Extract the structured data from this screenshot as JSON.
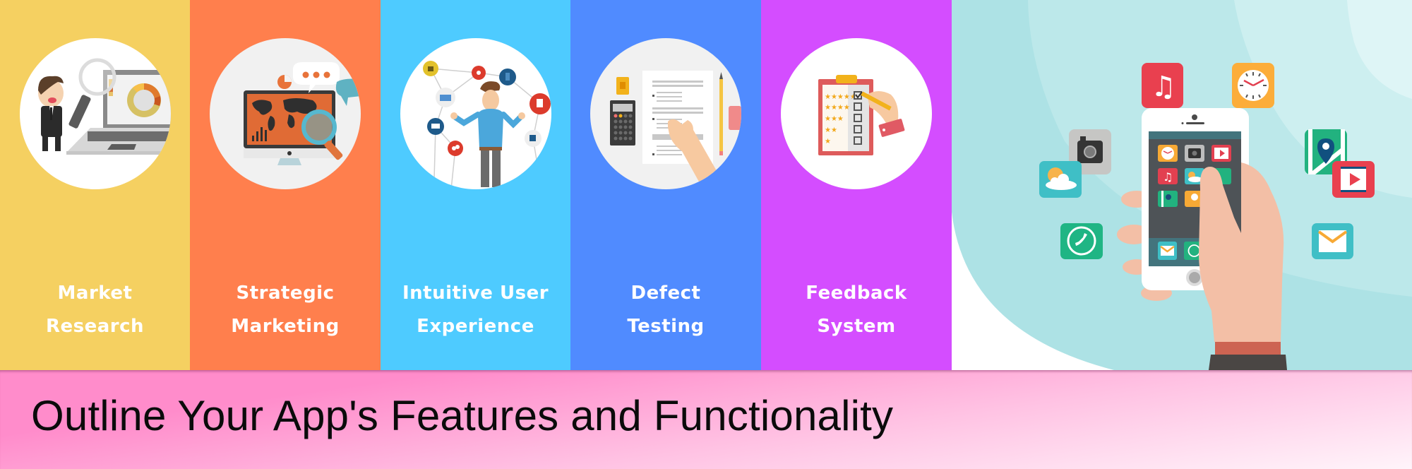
{
  "columns": [
    {
      "id": "market-research",
      "line1": "Market",
      "line2": "Research",
      "color": "#f5d061",
      "icon": "analyst-magnifier-laptop-illustration"
    },
    {
      "id": "strategic-marketing",
      "line1": "Strategic",
      "line2": "Marketing",
      "color": "#ff7f4d",
      "icon": "world-map-monitor-magnifier-illustration"
    },
    {
      "id": "intuitive-user-experience",
      "line1": "Intuitive User",
      "line2": "Experience",
      "color": "#4ecbff",
      "icon": "man-with-network-icons-illustration"
    },
    {
      "id": "defect-testing",
      "line1": "Defect",
      "line2": "Testing",
      "color": "#508bff",
      "icon": "checklist-calculator-illustration"
    },
    {
      "id": "feedback-system",
      "line1": "Feedback",
      "line2": "System",
      "color": "#d44dff",
      "icon": "star-rating-clipboard-illustration"
    }
  ],
  "illustration": {
    "description": "hand-holding-smartphone-with-app-icons",
    "floating_icons": [
      "music-icon",
      "clock-icon",
      "camera-icon",
      "map-pin-icon",
      "weather-icon",
      "video-play-icon",
      "phone-call-icon",
      "mail-icon"
    ],
    "colors": {
      "teal_bg": "#ade2e5",
      "teal_light": "#bfe8ea",
      "teal_lighter": "#d3f0f1"
    }
  },
  "banner": {
    "title": "Outline Your App's Features and Functionality",
    "gradient_start": "#ff8ccb",
    "gradient_end": "#fff4fa"
  }
}
